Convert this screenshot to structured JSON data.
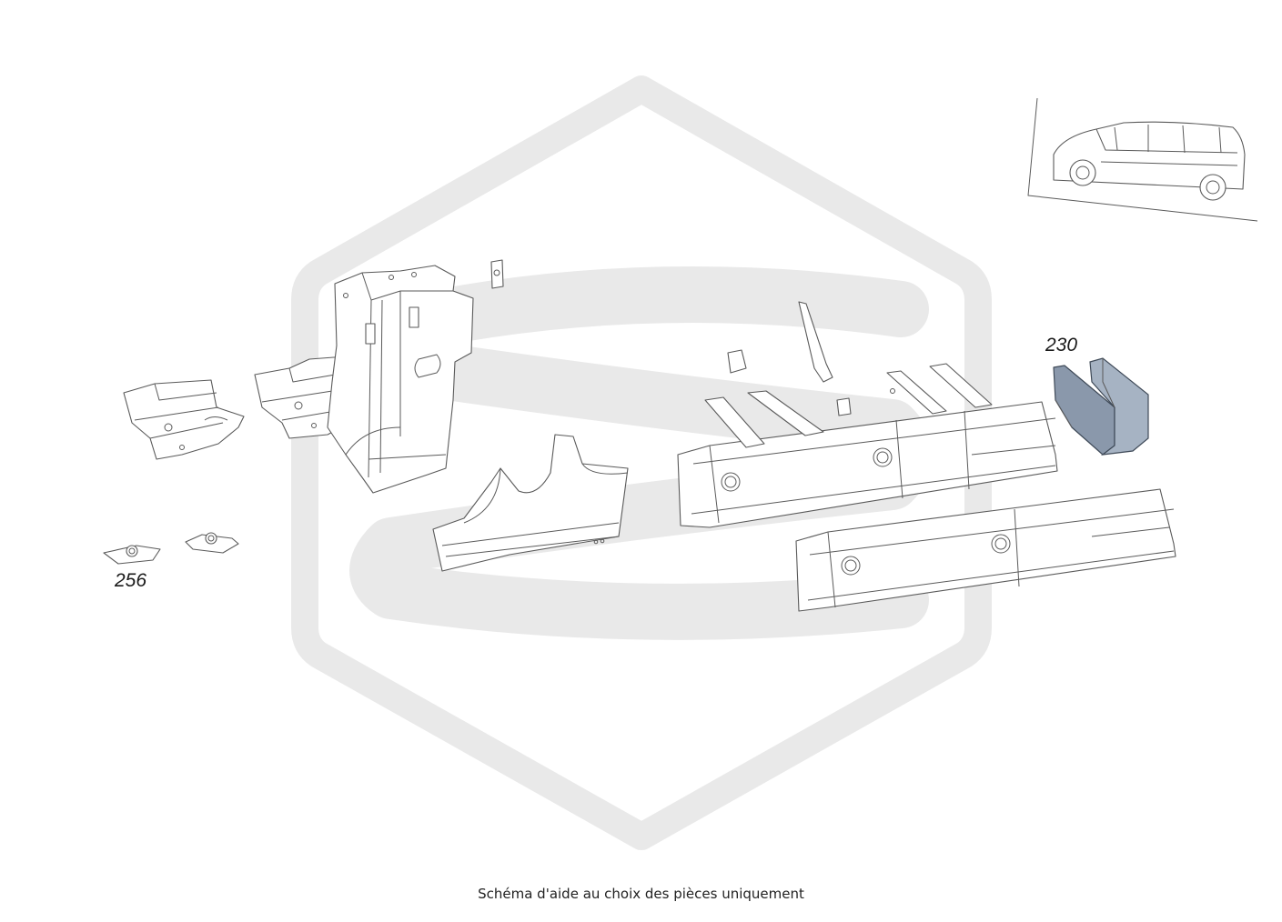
{
  "callouts": {
    "part_230": "230",
    "part_256": "256"
  },
  "caption": "Schéma d'aide au choix des pièces uniquement",
  "colors": {
    "highlight_part": "#8a98ab",
    "watermark": "#e9e9e9",
    "line_art": "#5a5a5a"
  }
}
